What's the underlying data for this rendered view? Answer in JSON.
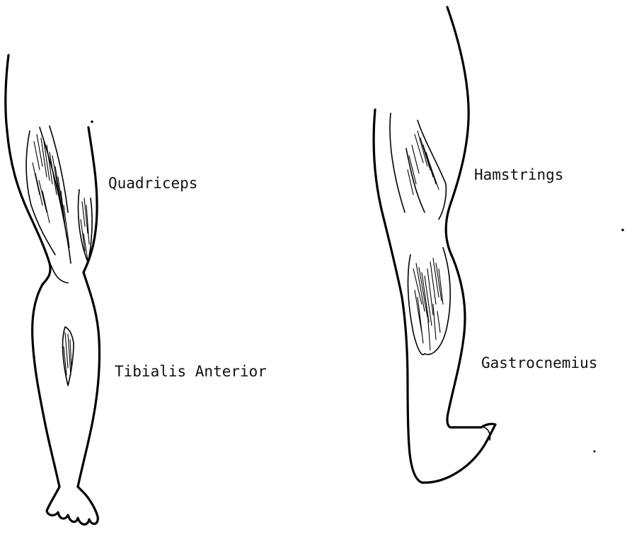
{
  "labels": {
    "quadriceps": "Quadriceps",
    "tibialis_anterior": "Tibialis Anterior",
    "hamstrings": "Hamstrings",
    "gastrocnemius": "Gastrocnemius"
  },
  "colors": {
    "ink": "#000000",
    "background": "#ffffff"
  }
}
